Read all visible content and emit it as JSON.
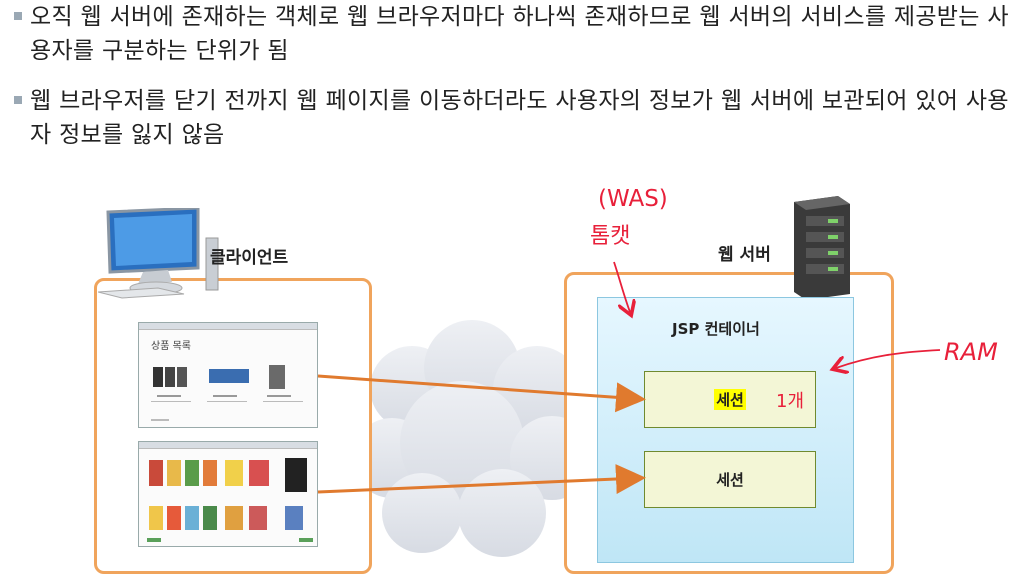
{
  "bullets": [
    "오직 웹 서버에 존재하는 객체로 웹 브라우저마다 하나씩 존재하므로 웹 서버의 서비스를 제공받는 사용자를 구분하는 단위가 됨",
    "웹 브라우저를 닫기 전까지 웹 페이지를 이동하더라도 사용자의 정보가 웹 서버에 보관되어 있어 사용자 정보를 잃지 않음"
  ],
  "diagram": {
    "client_label": "클라이언트",
    "server_label": "웹 서버",
    "container_label": "JSP 컨테이너",
    "session_label_1": "세션",
    "session_label_2": "세션",
    "browser_page_title": "상품 목록"
  },
  "annotations": {
    "was": "(WAS)",
    "tomcat": "톰캣",
    "ram": "RAM",
    "one": "1개"
  },
  "colors": {
    "box_border": "#f0a45c",
    "arrow": "#e07a2e",
    "container_fill": "#cdeefb",
    "session_fill": "#f3f6d6",
    "handwriting": "#e8203a",
    "highlight": "#ffff00"
  },
  "icons": {
    "client": "desktop-computer-icon",
    "server": "server-tower-icon",
    "network": "cloud-icon"
  }
}
